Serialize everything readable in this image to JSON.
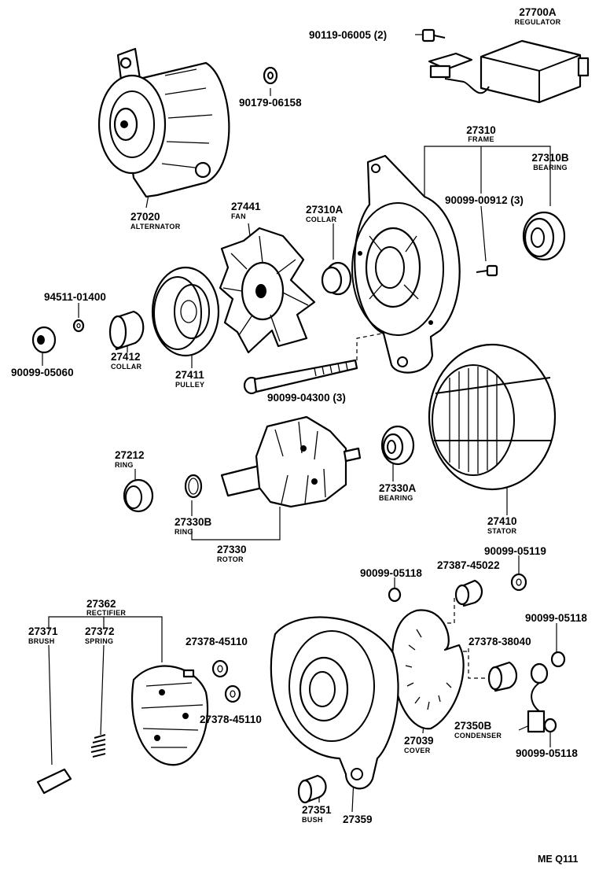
{
  "diagram": {
    "footer_code": "ME  Q111",
    "parts": {
      "regulator": {
        "number": "27700A",
        "name": "REGULATOR"
      },
      "reg_screw": {
        "number": "90119-06005 (2)",
        "name": ""
      },
      "nut_top": {
        "number": "90179-06158",
        "name": ""
      },
      "alternator": {
        "number": "27020",
        "name": "ALTERNATOR"
      },
      "frame": {
        "number": "27310",
        "name": "FRAME"
      },
      "bearing_front": {
        "number": "27310B",
        "name": "BEARING"
      },
      "frame_screw": {
        "number": "90099-00912 (3)",
        "name": ""
      },
      "fan": {
        "number": "27441",
        "name": "FAN"
      },
      "collar_a": {
        "number": "27310A",
        "name": "COLLAR"
      },
      "washer": {
        "number": "94511-01400",
        "name": ""
      },
      "nut_pulley": {
        "number": "90099-05060",
        "name": ""
      },
      "collar": {
        "number": "27412",
        "name": "COLLAR"
      },
      "pulley": {
        "number": "27411",
        "name": "PULLEY"
      },
      "through_bolt": {
        "number": "90099-04300 (3)",
        "name": ""
      },
      "ring": {
        "number": "27212",
        "name": "RING"
      },
      "bearing_rear": {
        "number": "27330A",
        "name": "BEARING"
      },
      "ring_b": {
        "number": "27330B",
        "name": "RING"
      },
      "rotor": {
        "number": "27330",
        "name": "ROTOR"
      },
      "stator": {
        "number": "27410",
        "name": "STATOR"
      },
      "nut_5119": {
        "number": "90099-05119",
        "name": ""
      },
      "nut_5118_a": {
        "number": "90099-05118",
        "name": ""
      },
      "insulator_45022": {
        "number": "27387-45022",
        "name": ""
      },
      "rectifier": {
        "number": "27362",
        "name": "RECTIFIER"
      },
      "brush": {
        "number": "27371",
        "name": "BRUSH"
      },
      "spring": {
        "number": "27372",
        "name": "SPRING"
      },
      "insulator_45110_a": {
        "number": "27378-45110",
        "name": ""
      },
      "insulator_45110_b": {
        "number": "27378-45110",
        "name": ""
      },
      "nut_5118_b": {
        "number": "90099-05118",
        "name": ""
      },
      "insulator_38040": {
        "number": "27378-38040",
        "name": ""
      },
      "cover": {
        "number": "27039",
        "name": "COVER"
      },
      "condenser": {
        "number": "27350B",
        "name": "CONDENSER"
      },
      "nut_5118_c": {
        "number": "90099-05118",
        "name": ""
      },
      "bush": {
        "number": "27351",
        "name": "BUSH"
      },
      "rear_frame": {
        "number": "27359",
        "name": ""
      }
    }
  }
}
